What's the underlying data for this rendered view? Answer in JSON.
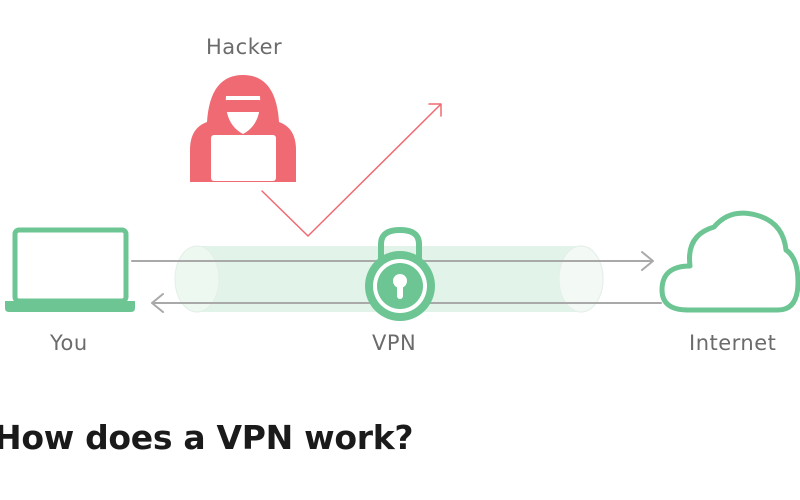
{
  "labels": {
    "hacker": "Hacker",
    "you": "You",
    "vpn": "VPN",
    "internet": "Internet"
  },
  "heading": "How does a VPN work?",
  "colors": {
    "green": "#6cc593",
    "tunnel_fill": "#e2f4e9",
    "hacker_red": "#ef6a72",
    "arrow_gray": "#a9a9a9",
    "label_gray": "#6b6b6b",
    "heading": "#1a1a1a"
  },
  "icons": {
    "you": "laptop-icon",
    "vpn": "padlock-icon",
    "internet": "cloud-icon",
    "hacker": "hooded-hacker-icon"
  }
}
